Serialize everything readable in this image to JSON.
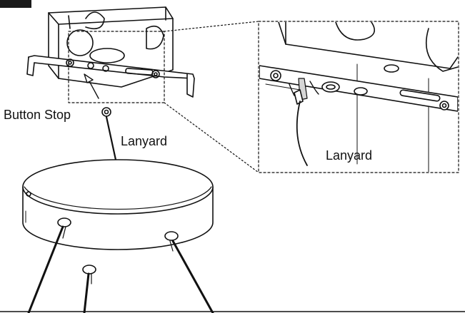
{
  "labels": {
    "button_stop": "Button Stop",
    "lanyard_main": "Lanyard",
    "lanyard_detail": "Lanyard"
  },
  "colors": {
    "line": "#111111",
    "fill": "#ffffff",
    "shade": "#d6d6d6"
  }
}
